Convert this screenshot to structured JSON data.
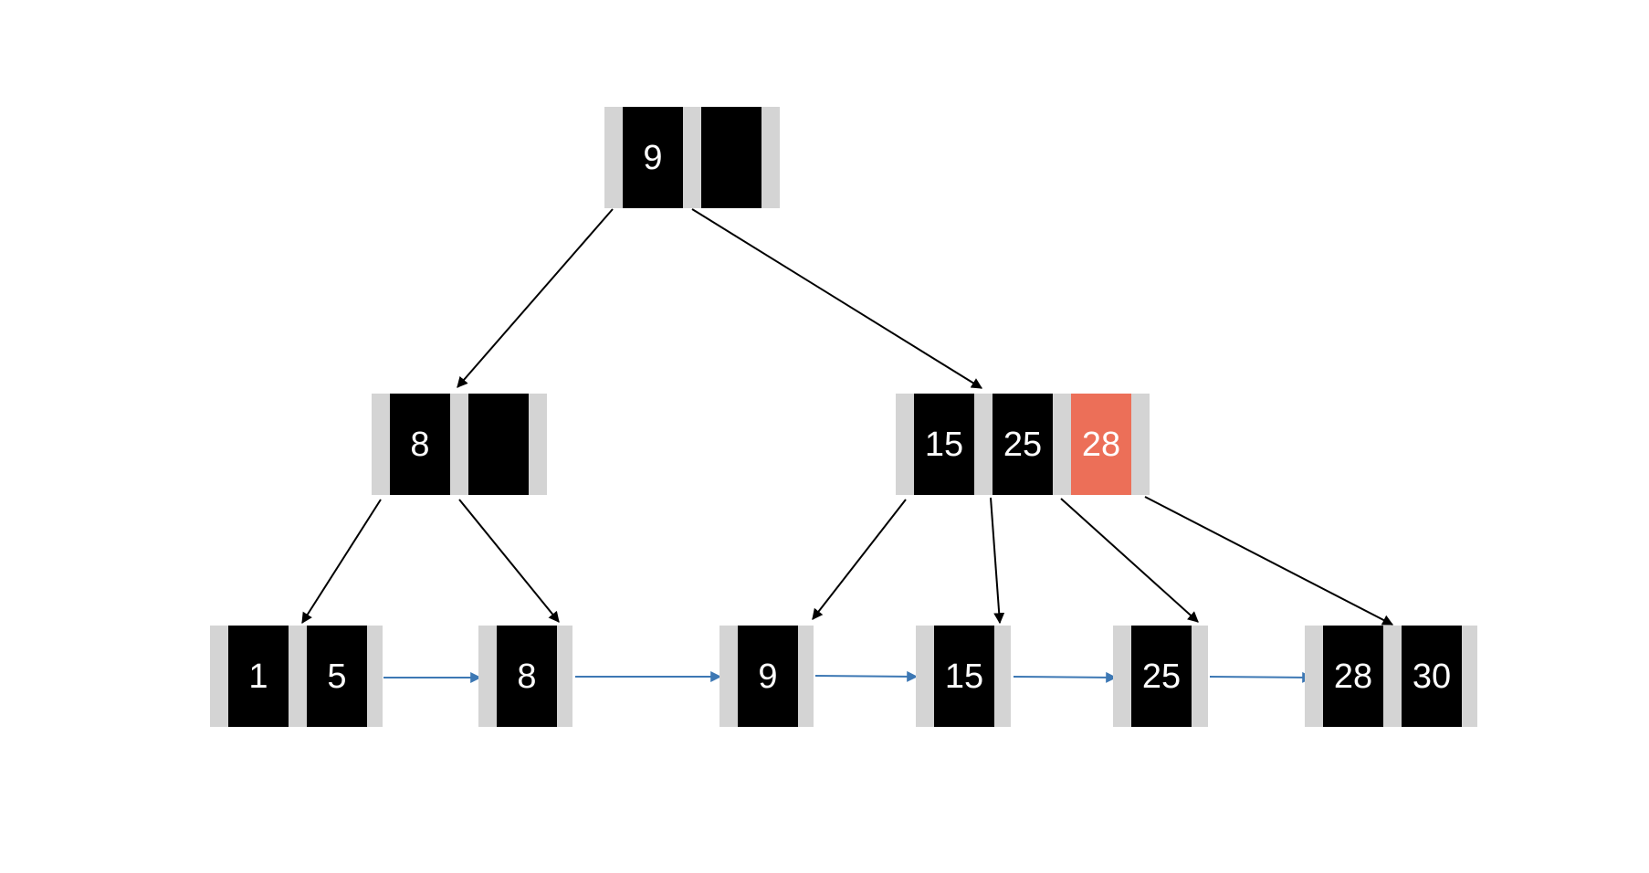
{
  "colors": {
    "key_fill": "#000000",
    "pointer_fill": "#d4d4d4",
    "highlight_fill": "#ec6f58",
    "label_color": "#ffffff",
    "tree_edge": "#000000",
    "leaf_link": "#3d78b4"
  },
  "root": {
    "keys": [
      "9",
      ""
    ]
  },
  "internal": [
    {
      "id": "left",
      "keys": [
        "8",
        ""
      ]
    },
    {
      "id": "right",
      "keys": [
        "15",
        "25",
        "28"
      ],
      "highlight_key": "28"
    }
  ],
  "leaves": [
    {
      "id": "leaf-1",
      "keys": [
        "1",
        "5"
      ]
    },
    {
      "id": "leaf-2",
      "keys": [
        "8"
      ]
    },
    {
      "id": "leaf-3",
      "keys": [
        "9"
      ]
    },
    {
      "id": "leaf-4",
      "keys": [
        "15"
      ]
    },
    {
      "id": "leaf-5",
      "keys": [
        "25"
      ]
    },
    {
      "id": "leaf-6",
      "keys": [
        "28",
        "30"
      ]
    }
  ],
  "edges": {
    "root_to_internal": [
      "left",
      "right"
    ],
    "left_to_leaves": [
      "leaf-1",
      "leaf-2"
    ],
    "right_to_leaves": [
      "leaf-3",
      "leaf-4",
      "leaf-5",
      "leaf-6"
    ],
    "leaf_chain": [
      "leaf-1",
      "leaf-2",
      "leaf-3",
      "leaf-4",
      "leaf-5",
      "leaf-6"
    ]
  }
}
